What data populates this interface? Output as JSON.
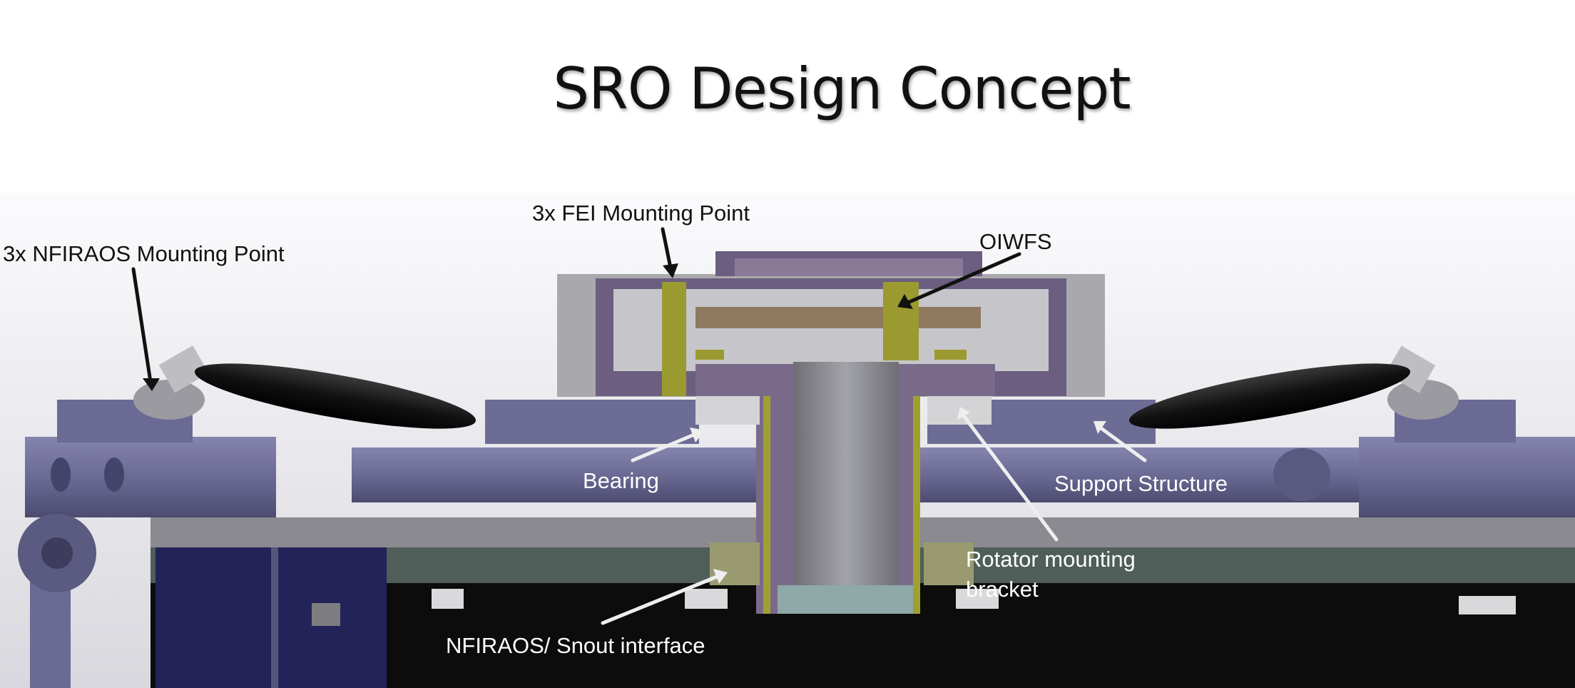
{
  "slide": {
    "title": "SRO Design Concept"
  },
  "labels": {
    "nfiraos_mounting_point": "3x NFIRAOS Mounting Point",
    "fei_mounting_point": "3x FEI Mounting Point",
    "oiwfs": "OIWFS",
    "bearing": "Bearing",
    "support_structure": "Support Structure",
    "rotator_bracket_line1": "Rotator mounting",
    "rotator_bracket_line2": "bracket",
    "snout_interface": "NFIRAOS/ Snout interface"
  },
  "colors": {
    "structure": "#6b6a94",
    "strut": "#151515",
    "housing": "#a9a9ad",
    "rotator": "#7a6a8a",
    "panel": "#23235a"
  }
}
